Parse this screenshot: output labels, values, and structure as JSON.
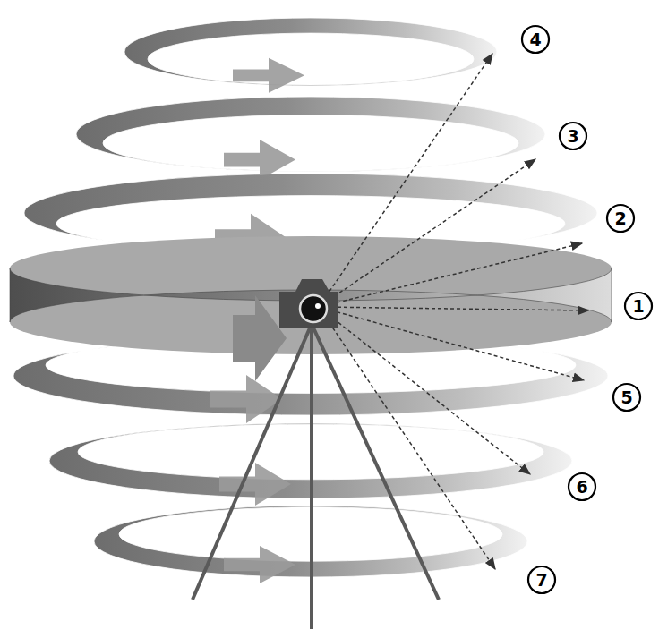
{
  "diagram": {
    "labels": [
      "4",
      "3",
      "2",
      "1",
      "5",
      "6",
      "7"
    ]
  }
}
